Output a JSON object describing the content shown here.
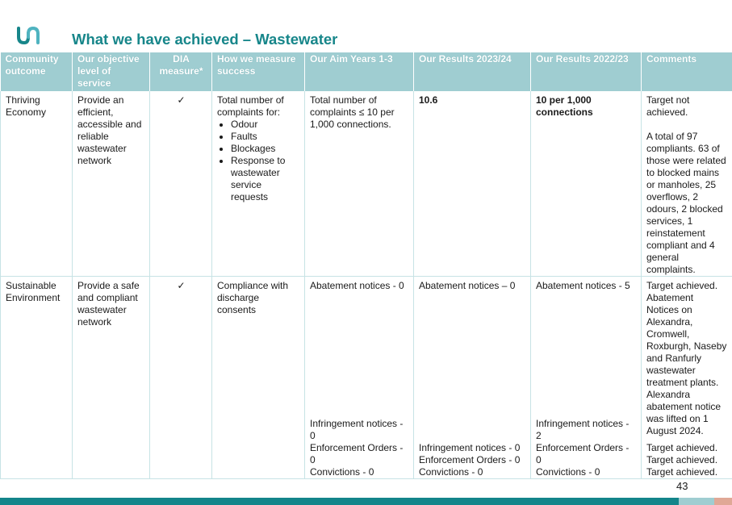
{
  "page": {
    "title": "What we have achieved – Wastewater",
    "page_number": "43",
    "colors": {
      "accent": "#17868a",
      "header_bg": "#9fcdd1",
      "footer_main": "#13858a",
      "footer_light": "#9fcdd1",
      "footer_accent": "#e0a896"
    }
  },
  "table": {
    "headers": {
      "community_outcome": "Community outcome",
      "objective": "Our objective level of service",
      "dia": "DIA measure*",
      "measure": "How we measure success",
      "aim": "Our Aim Years 1-3",
      "results_2324": "Our Results 2023/24",
      "results_2223": "Our Results 2022/23",
      "comments": "Comments"
    },
    "rows": [
      {
        "outcome": "Thriving Economy",
        "objective": "Provide an efficient, accessible and reliable wastewater network",
        "dia": "✓",
        "measure_intro": "Total number of complaints for:",
        "measure_items": [
          "Odour",
          "Faults",
          "Blockages",
          "Response to wastewater service requests"
        ],
        "aim": "Total number of complaints ≤ 10 per 1,000 connections.",
        "results_2324": "10.6",
        "results_2223": "10 per 1,000 connections",
        "comment_1": "Target not achieved.",
        "comment_2": "A total of 97 compliants. 63 of those were related to blocked mains or manholes, 25 overflows, 2 odours, 2 blocked services, 1 reinstatement compliant and 4 general complaints."
      },
      {
        "outcome": "Sustainable Environment",
        "objective": "Provide a safe and compliant wastewater network",
        "dia": "✓",
        "measure": "Compliance with discharge consents",
        "aim_top": "Abatement notices - 0",
        "aim_bottom": [
          "Infringement notices - 0",
          "Enforcement Orders - 0",
          "Convictions - 0"
        ],
        "r2324_top": "Abatement notices – 0",
        "r2324_bottom": [
          "Infringement notices - 0",
          "Enforcement Orders - 0",
          "Convictions - 0"
        ],
        "r2223_top": "Abatement notices - 5",
        "r2223_bottom": [
          "Infringement notices - 2",
          "Enforcement Orders - 0",
          "Convictions - 0"
        ],
        "comment_top": "Target achieved. Abatement Notices on Alexandra, Cromwell, Roxburgh, Naseby and Ranfurly wastewater treatment plants. Alexandra abatement notice was lifted on 1 August 2024.",
        "comment_bottom": [
          "Target achieved.",
          "Target achieved.",
          "Target achieved."
        ]
      }
    ]
  }
}
